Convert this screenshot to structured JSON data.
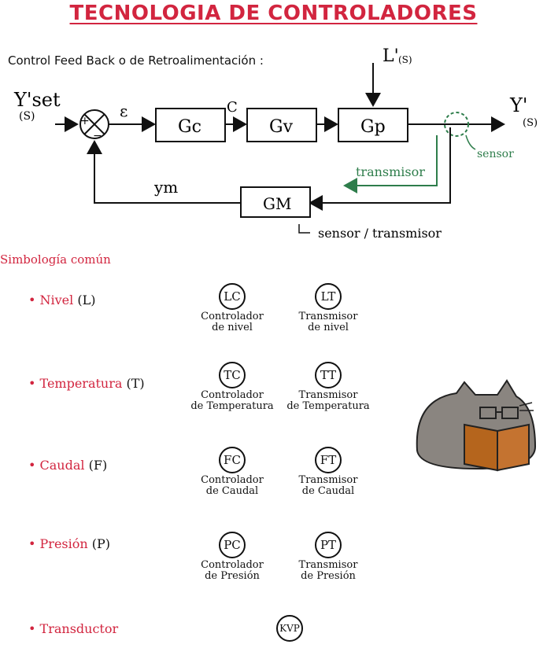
{
  "header": {
    "title": "TECNOLOGIA DE CONTROLADORES",
    "subtitle": "Control Feed Back o de Retroalimentación :"
  },
  "diagram": {
    "input_label": "Y'set",
    "input_sub": "(S)",
    "error_label": "ε",
    "control_label": "C",
    "disturbance_label": "L'",
    "disturbance_sub": "(S)",
    "output_label": "Y'",
    "output_sub": "(S)",
    "feedback_label": "ym",
    "blocks": {
      "gc": "Gc",
      "gv": "Gv",
      "gp": "Gp",
      "gm": "GM"
    },
    "sensor_label": "sensor",
    "transmisor_label": "transmisor",
    "sensor_transmisor_label": "sensor / transmisor",
    "plus_sign": "+",
    "minus_sign": "−"
  },
  "symbols": {
    "section_title": "Simbología común",
    "rows": [
      {
        "category": "• Nivel",
        "letter": "(L)",
        "controller_code": "LC",
        "controller_line1": "Controlador",
        "controller_line2": "de nivel",
        "transmitter_code": "LT",
        "transmitter_line1": "Transmisor",
        "transmitter_line2": "de nivel"
      },
      {
        "category": "• Temperatura",
        "letter": "(T)",
        "controller_code": "TC",
        "controller_line1": "Controlador",
        "controller_line2": "de Temperatura",
        "transmitter_code": "TT",
        "transmitter_line1": "Transmisor",
        "transmitter_line2": "de Temperatura"
      },
      {
        "category": "• Caudal",
        "letter": "(F)",
        "controller_code": "FC",
        "controller_line1": "Controlador",
        "controller_line2": "de Caudal",
        "transmitter_code": "FT",
        "transmitter_line1": "Transmisor",
        "transmitter_line2": "de Caudal"
      },
      {
        "category": "• Presión",
        "letter": "(P)",
        "controller_code": "PC",
        "controller_line1": "Controlador",
        "controller_line2": "de Presión",
        "transmitter_code": "PT",
        "transmitter_line1": "Transmisor",
        "transmitter_line2": "de Presión"
      }
    ],
    "transducer": {
      "category": "• Transductor",
      "code": "KVP"
    }
  },
  "colors": {
    "accent_red": "#d2253f",
    "accent_green": "#2e7d4b",
    "ink": "#111111",
    "cat_body": "#8a8580",
    "book": "#b5651d"
  }
}
